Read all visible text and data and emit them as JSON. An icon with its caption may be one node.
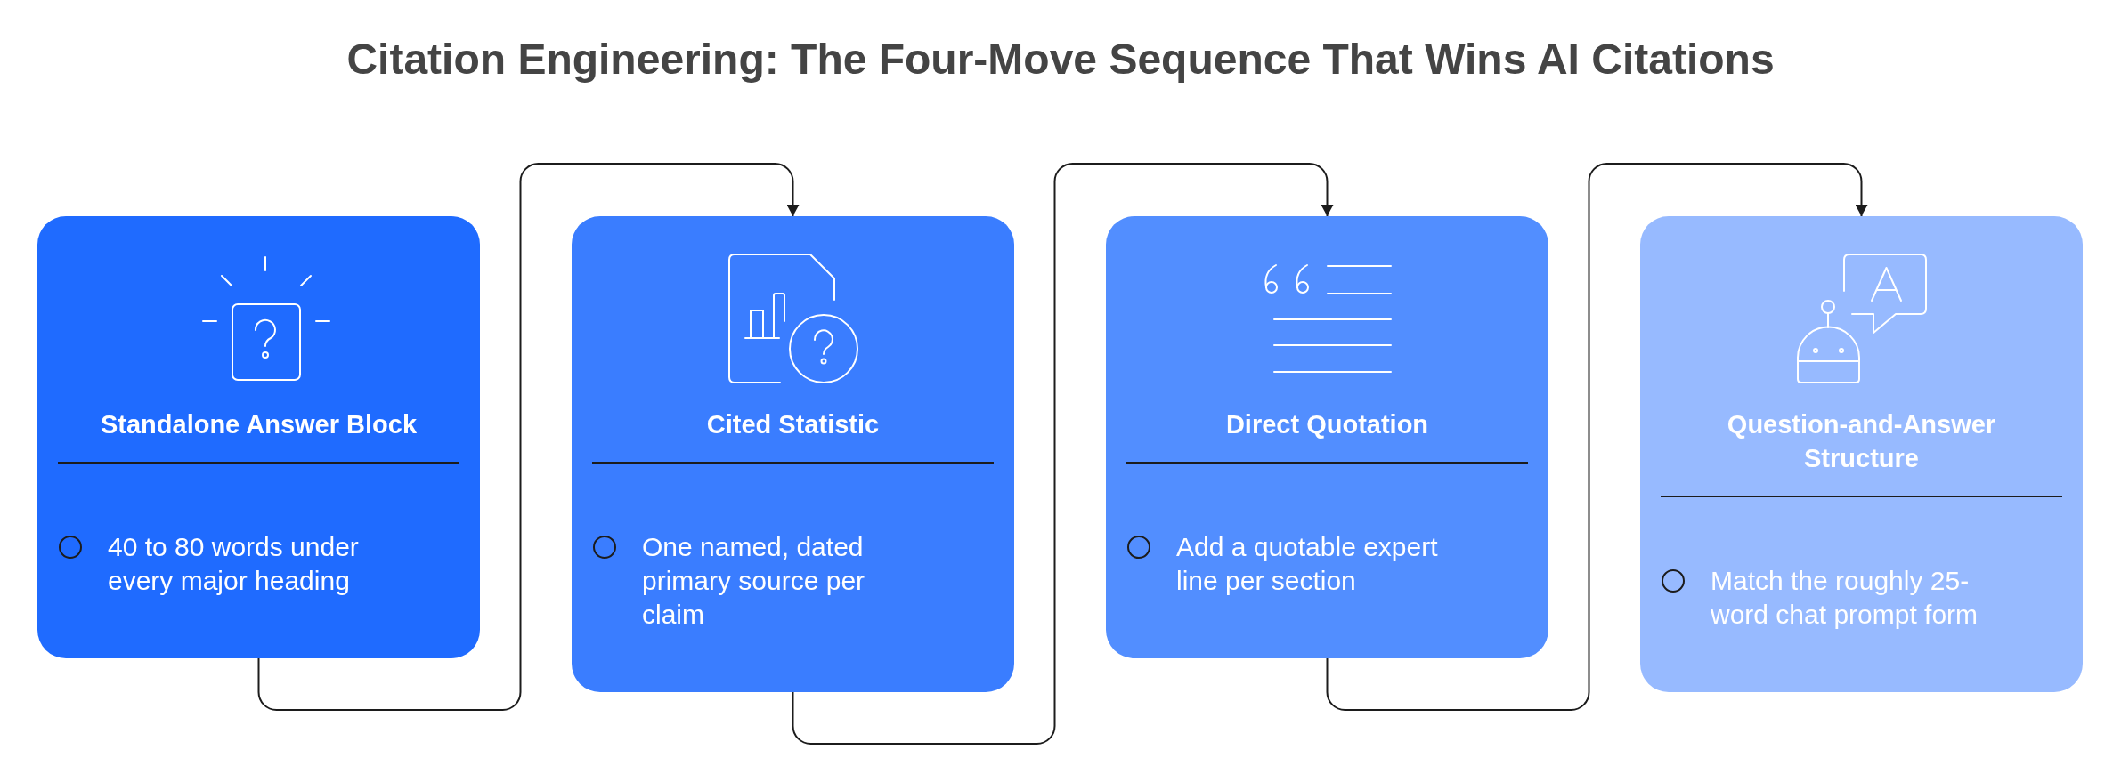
{
  "diagram": {
    "title": "Citation Engineering: The Four-Move Sequence That Wins AI Citations",
    "nodes": [
      {
        "text": [
          "Standalone Answer Block",
          "40 to 80 words under every major heading"
        ]
      },
      {
        "text": [
          "Cited Statistic",
          "One named, dated primary source per claim"
        ]
      },
      {
        "text": [
          "Direct Quotation",
          "Add a quotable expert line per section"
        ]
      },
      {
        "text": [
          "Question-and-Answer Structure",
          "Match the roughly 25-word chat prompt form"
        ]
      }
    ],
    "edges": [
      {
        "from": 0,
        "to": 1,
        "arrow": "to"
      },
      {
        "from": 1,
        "to": 2,
        "arrow": "to"
      },
      {
        "from": 2,
        "to": 3,
        "arrow": "to"
      }
    ]
  }
}
